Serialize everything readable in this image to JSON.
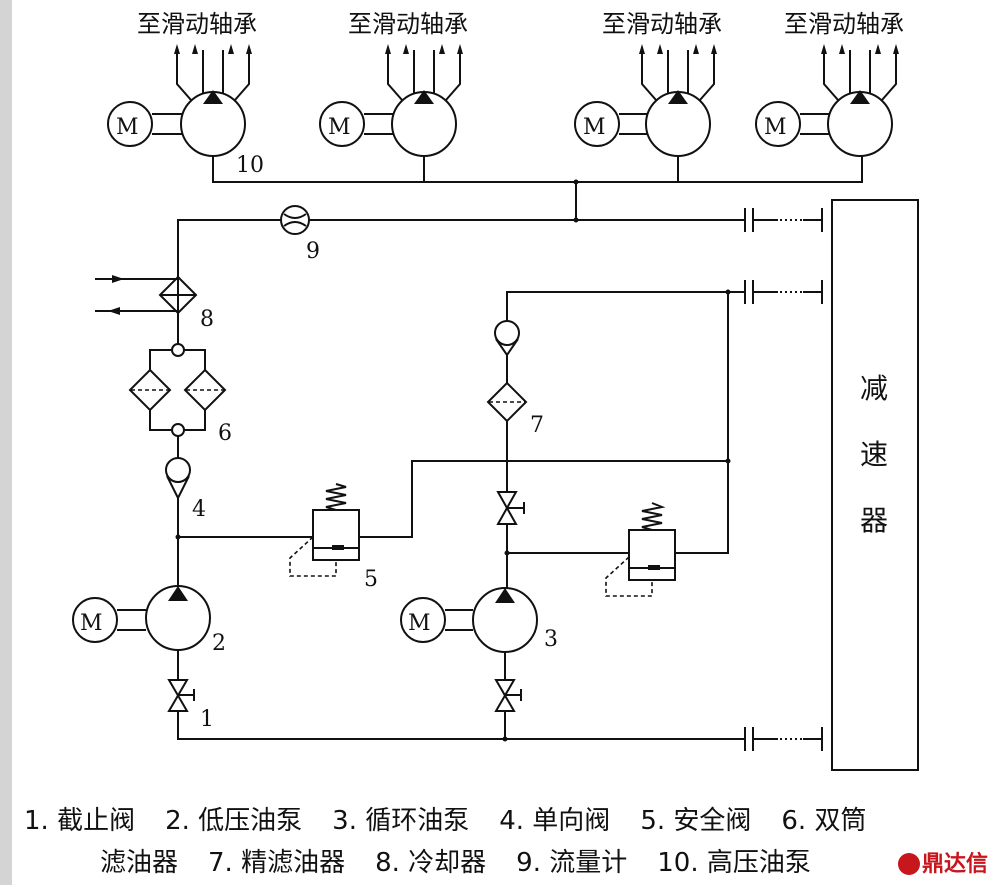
{
  "diagram": {
    "bearing_label": "至滑动轴承",
    "motor_label": "M",
    "gearbox_label": [
      "减",
      "速",
      "器"
    ],
    "numbers": {
      "n1": "1",
      "n2": "2",
      "n3": "3",
      "n4": "4",
      "n5": "5",
      "n6": "6",
      "n7": "7",
      "n8": "8",
      "n9": "9",
      "n10": "10"
    }
  },
  "legend": {
    "line1": [
      "1. 截止阀",
      "2. 低压油泵",
      "3. 循环油泵",
      "4. 单向阀",
      "5. 安全阀",
      "6. 双筒"
    ],
    "line2": [
      "滤油器",
      "7. 精滤油器",
      "8. 冷却器",
      "9. 流量计",
      "10. 高压油泵"
    ]
  },
  "watermark": "鼎达信",
  "colors": {
    "line": "#111111",
    "watermark": "#c8161d"
  }
}
